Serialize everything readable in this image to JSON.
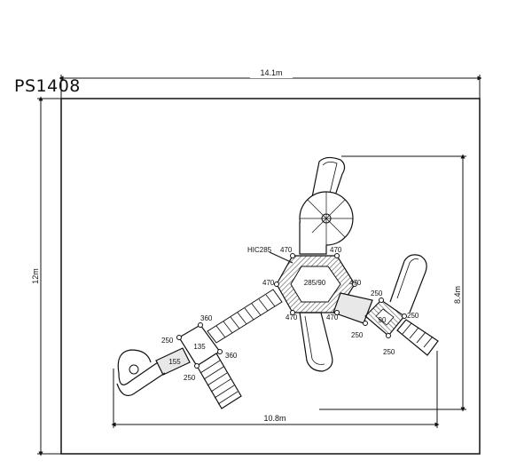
{
  "model_code": "PS1408",
  "dimensions": {
    "overall_width": "14.1m",
    "overall_height": "12m",
    "play_depth": "8.4m",
    "play_width": "10.8m"
  },
  "labels": {
    "hic": "HIC285",
    "hex_tower": "285/90",
    "square_tower": "135",
    "small_platform": "155",
    "diamond_tower": "90",
    "h470": "470",
    "h360": "360",
    "h250": "250"
  },
  "colors": {
    "ink": "#111111",
    "hatch": "#555555",
    "fill_light": "#e8e8e8"
  }
}
